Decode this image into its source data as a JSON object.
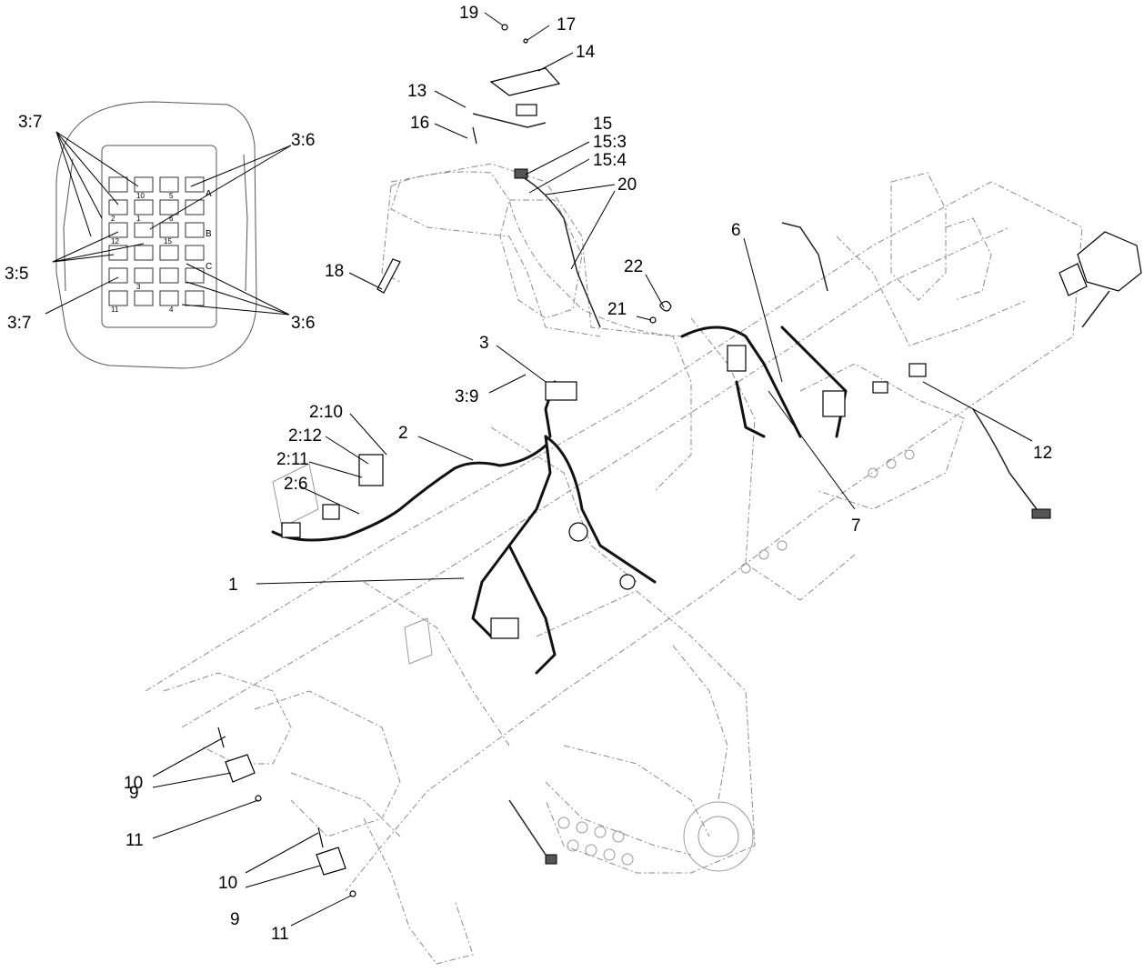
{
  "diagram": {
    "type": "exploded-parts-diagram",
    "callouts": [
      {
        "id": "c19",
        "label": "19"
      },
      {
        "id": "c17",
        "label": "17"
      },
      {
        "id": "c14",
        "label": "14"
      },
      {
        "id": "c13",
        "label": "13"
      },
      {
        "id": "c16",
        "label": "16"
      },
      {
        "id": "c15",
        "label": "15"
      },
      {
        "id": "c15_3",
        "label": "15:3"
      },
      {
        "id": "c15_4",
        "label": "15:4"
      },
      {
        "id": "c20",
        "label": "20"
      },
      {
        "id": "c18",
        "label": "18"
      },
      {
        "id": "c22",
        "label": "22"
      },
      {
        "id": "c21",
        "label": "21"
      },
      {
        "id": "c3",
        "label": "3"
      },
      {
        "id": "c3_9",
        "label": "3:9"
      },
      {
        "id": "c2_10",
        "label": "2:10"
      },
      {
        "id": "c2_12",
        "label": "2:12"
      },
      {
        "id": "c2_11",
        "label": "2:11"
      },
      {
        "id": "c2_6",
        "label": "2:6"
      },
      {
        "id": "c2",
        "label": "2"
      },
      {
        "id": "c1",
        "label": "1"
      },
      {
        "id": "c6",
        "label": "6"
      },
      {
        "id": "c7",
        "label": "7"
      },
      {
        "id": "c12",
        "label": "12"
      },
      {
        "id": "c10a",
        "label": "10"
      },
      {
        "id": "c9a",
        "label": "9"
      },
      {
        "id": "c11a",
        "label": "11"
      },
      {
        "id": "c10b",
        "label": "10"
      },
      {
        "id": "c9b",
        "label": "9"
      },
      {
        "id": "c11b",
        "label": "11"
      }
    ],
    "inset": {
      "callouts": [
        {
          "id": "i3_7a",
          "label": "3:7"
        },
        {
          "id": "i3_6a",
          "label": "3:6"
        },
        {
          "id": "i3_5",
          "label": "3:5"
        },
        {
          "id": "i3_7b",
          "label": "3:7"
        },
        {
          "id": "i3_6b",
          "label": "3:6"
        }
      ],
      "column_letters": [
        "A",
        "B",
        "C"
      ],
      "pin_numbers": [
        "10",
        "5",
        "2",
        "1",
        "6",
        "12",
        "15",
        "3",
        "4",
        "11"
      ]
    }
  }
}
